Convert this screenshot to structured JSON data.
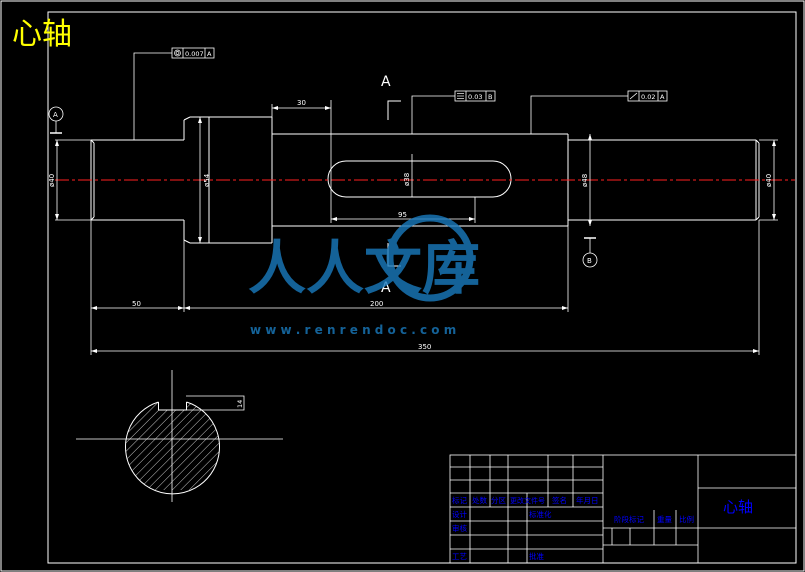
{
  "title": "心轴",
  "watermark": {
    "brand": "人人文库",
    "url": "w w w . r e n r e n d o c . c o m"
  },
  "dimensions": {
    "d30": "30",
    "d50": "50",
    "d200": "200",
    "d350": "350",
    "d95": "95",
    "dia_left": "ø40",
    "dia_collar": "ø54",
    "dia_mid": "ø48",
    "dia_right": "ø40",
    "keyway_depth": "ø38",
    "key_width": "14"
  },
  "tolerances": {
    "tol1_val": "0.007",
    "tol1_ref": "A",
    "tol2_val": "0.03",
    "tol2_ref": "B",
    "tol3_val": "0.02",
    "tol3_ref": "A"
  },
  "datums": {
    "datum_a": "A",
    "datum_b": "B"
  },
  "section": {
    "label_top": "A",
    "label_bottom": "A"
  },
  "title_block": {
    "part_name": "心轴",
    "row1": [
      "标记",
      "处数",
      "分区",
      "更改文件号",
      "签名",
      "年月日"
    ],
    "row_design": "设计",
    "row_check": "审核",
    "row_craft": "工艺",
    "std_label": "标准化",
    "approve_label": "批准",
    "stage_label": "阶段标记",
    "weight_label": "重量",
    "scale_label": "比例"
  },
  "colors": {
    "line": "#ffffff",
    "centerline": "#ff2020",
    "title": "#ffff00",
    "table_text": "#0000ff",
    "watermark": "#1a7bbf"
  }
}
